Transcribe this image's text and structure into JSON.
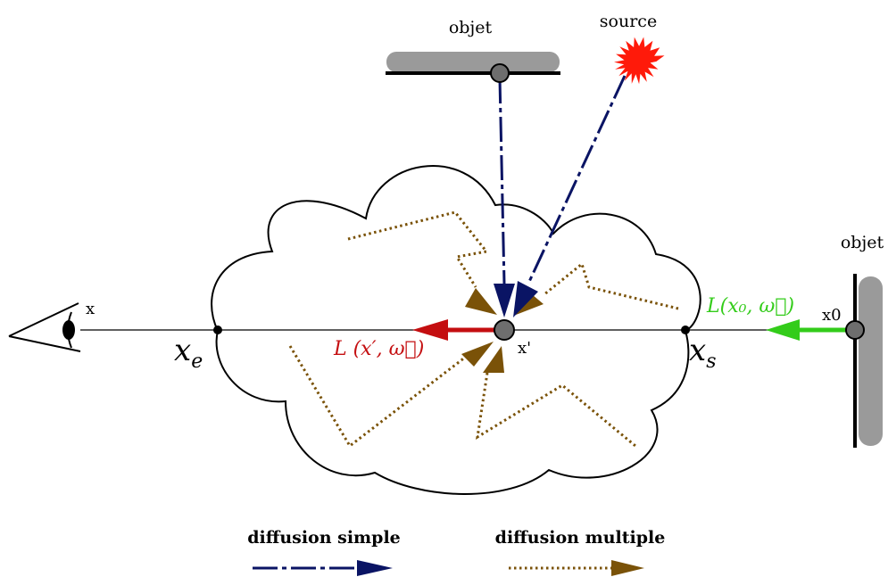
{
  "labels": {
    "objet_top": "objet",
    "source": "source",
    "objet_right": "objet",
    "x": "x",
    "x_prime": "x'",
    "x0": "x0",
    "xe_base": "x",
    "xe_sub": "e",
    "xs_base": "x",
    "xs_sub": "s",
    "L_red": "L (x′, ω⃗)",
    "L_green": "L(x₀, ω⃗)"
  },
  "legend": {
    "simple": "diffusion simple",
    "multiple": "diffusion multiple"
  },
  "colors": {
    "navy": "#0a1464",
    "brown": "#7a5208",
    "red": "#c40e10",
    "green": "#33cc1a",
    "gray": "#9a9a9a",
    "node": "#6e6e6e",
    "star": "#ff1a0a"
  }
}
